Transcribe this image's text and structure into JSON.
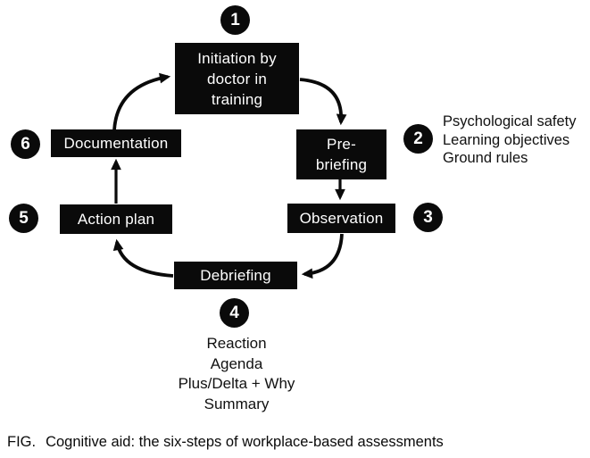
{
  "figure": {
    "caption": {
      "label": "FIG.",
      "text": "Cognitive aid: the six-steps of workplace-based assessments"
    }
  },
  "diagram": {
    "title_hint": "six-step circular workflow",
    "steps": [
      {
        "number": "1",
        "lines": [
          "Initiation by",
          "doctor in",
          "training"
        ]
      },
      {
        "number": "2",
        "lines": [
          "Pre-",
          "briefing"
        ],
        "notes": [
          "Psychological safety",
          "Learning objectives",
          "Ground rules"
        ]
      },
      {
        "number": "3",
        "lines": [
          "Observation"
        ]
      },
      {
        "number": "4",
        "lines": [
          "Debriefing"
        ],
        "notes": [
          "Reaction",
          "Agenda",
          "Plus/Delta + Why",
          "Summary"
        ]
      },
      {
        "number": "5",
        "lines": [
          "Action plan"
        ]
      },
      {
        "number": "6",
        "lines": [
          "Documentation"
        ]
      }
    ],
    "colors": {
      "node_bg": "#0a0a0a",
      "node_text": "#ffffff",
      "badge_bg": "#0a0a0a",
      "badge_text": "#ffffff",
      "arrow": "#0a0a0a",
      "note_text": "#111111",
      "background": "#ffffff"
    }
  }
}
